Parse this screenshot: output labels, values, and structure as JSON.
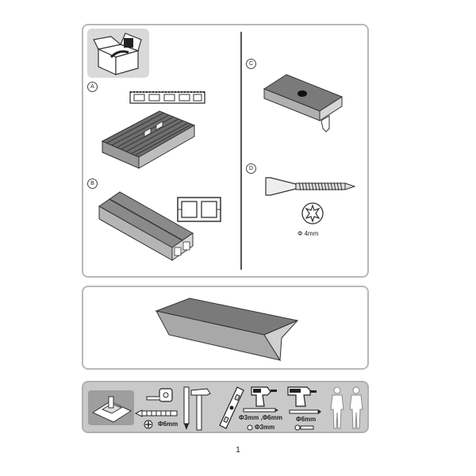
{
  "parts": {
    "a": {
      "label": "A"
    },
    "b": {
      "label": "B"
    },
    "c": {
      "label": "C"
    },
    "d": {
      "label": "D",
      "screw_diameter": "Φ 4mm"
    }
  },
  "tools": {
    "wrench_size": "Φ6mm",
    "drill_sizes": "Φ3mm ,Φ6mm",
    "drill_small": "Φ3mm",
    "hammer_drill_size": "Φ6mm"
  },
  "page": {
    "number": "1"
  }
}
